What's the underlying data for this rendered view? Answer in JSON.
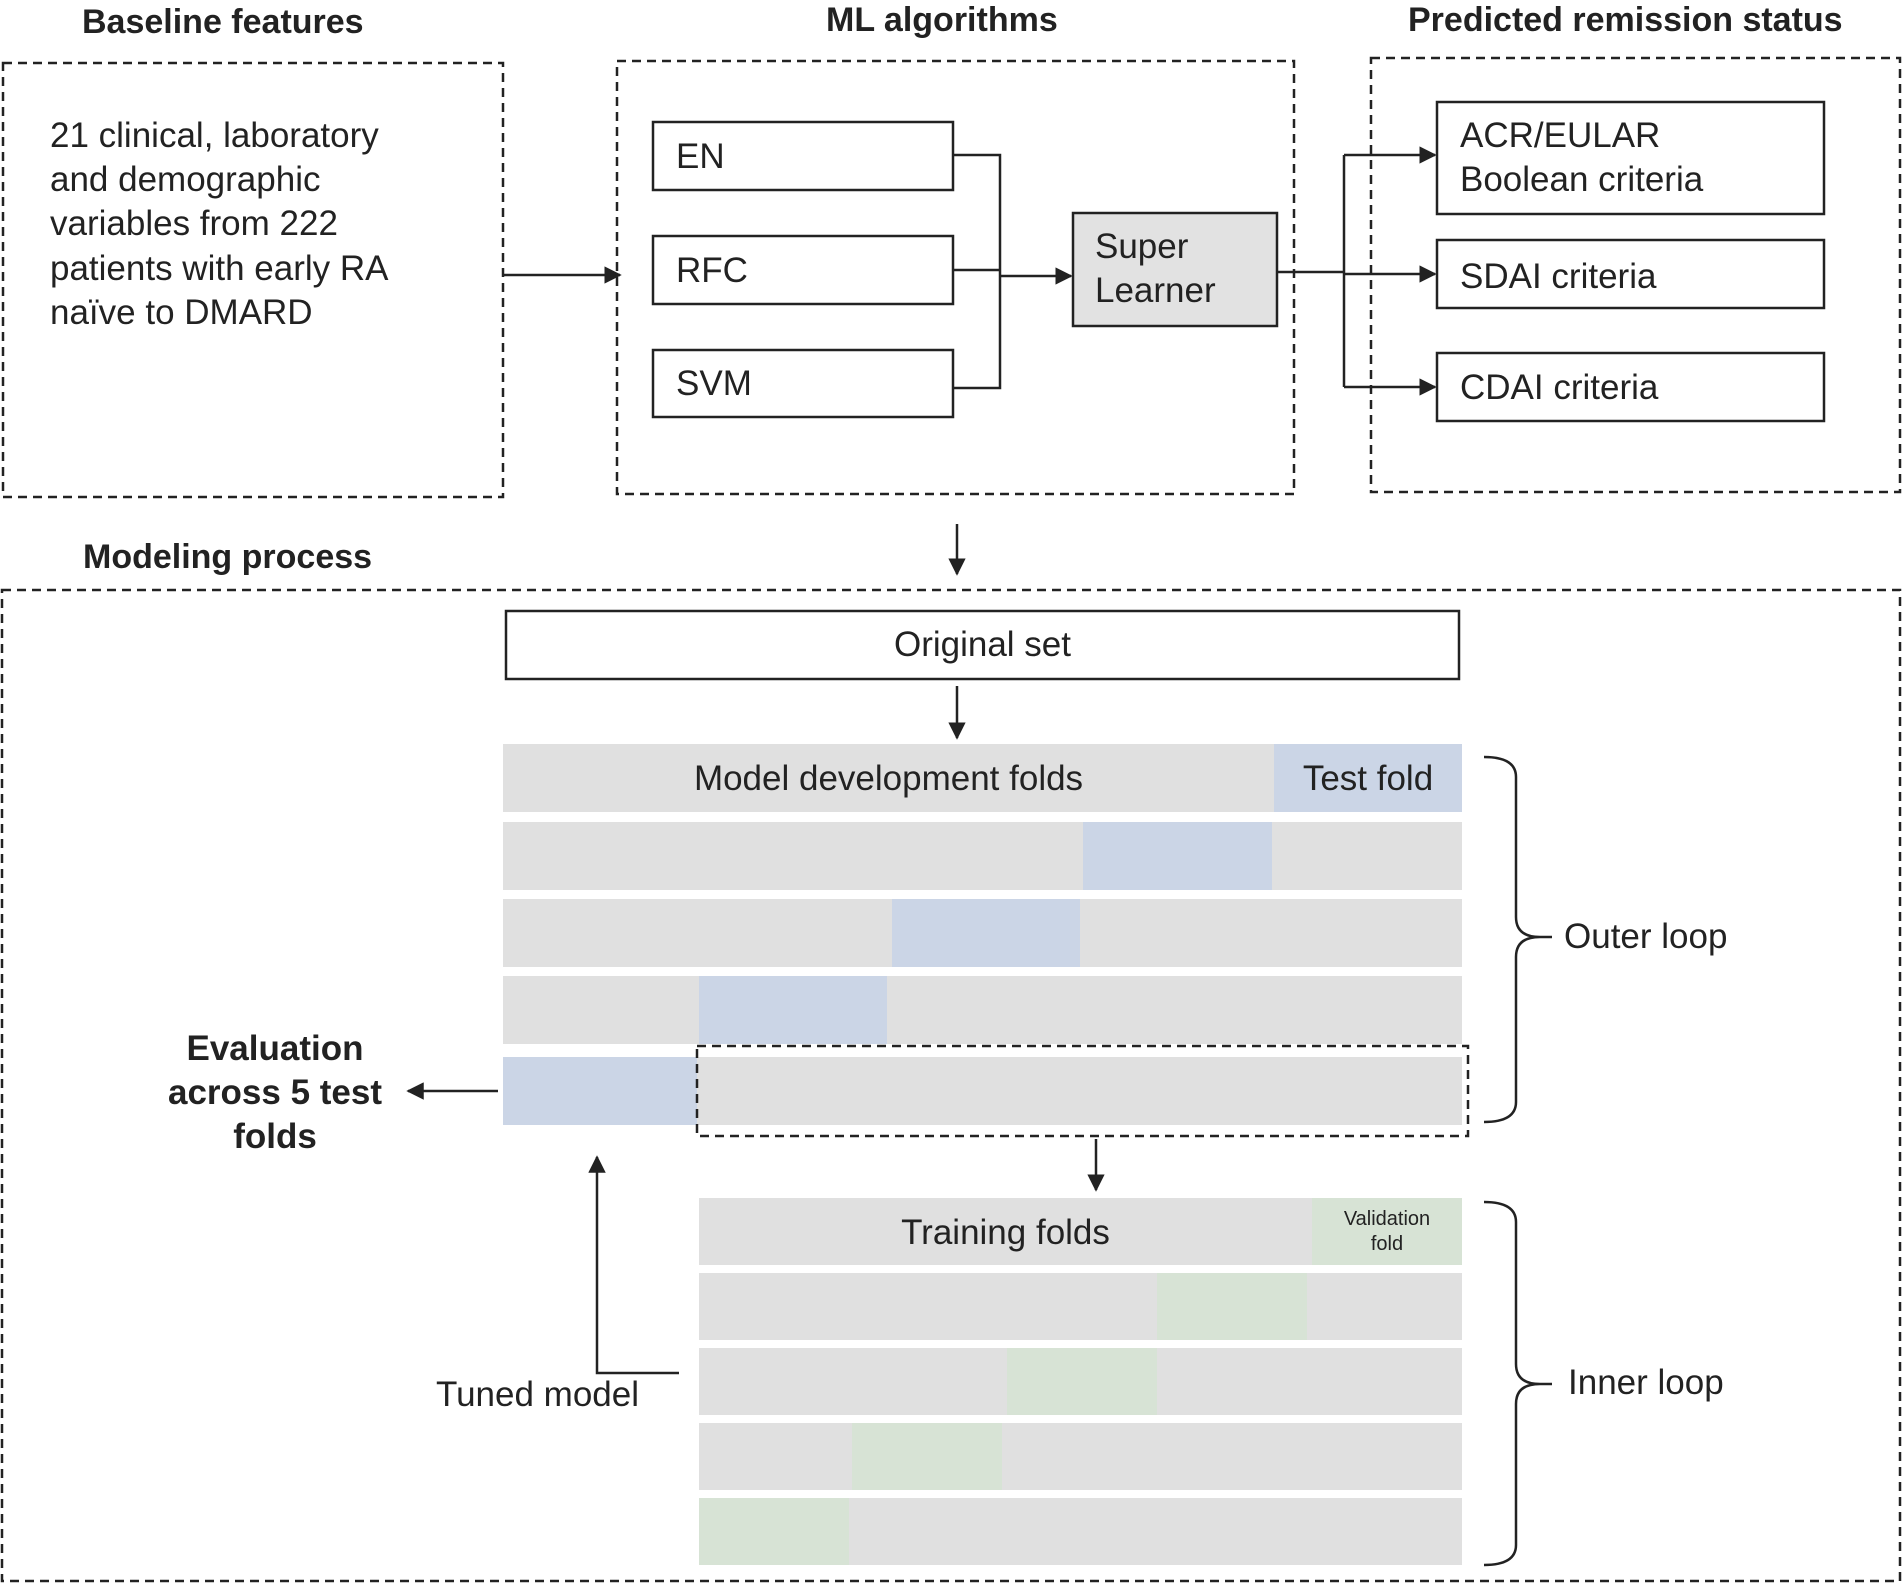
{
  "headers": {
    "baseline": "Baseline features",
    "ml": "ML algorithms",
    "predicted": "Predicted remission status",
    "modeling": "Modeling process"
  },
  "baseline_text": [
    "21 clinical, laboratory",
    "and demographic",
    "variables from 222",
    "patients with early RA",
    "naïve to DMARD"
  ],
  "algorithms": [
    "EN",
    "RFC",
    "SVM"
  ],
  "super_learner": [
    "Super",
    "Learner"
  ],
  "outcomes": {
    "acr": [
      "ACR/EULAR",
      "Boolean criteria"
    ],
    "sdai": "SDAI criteria",
    "cdai": "CDAI criteria"
  },
  "modeling": {
    "original_set": "Original set",
    "model_dev_folds": "Model development folds",
    "test_fold": "Test fold",
    "outer_loop": "Outer loop",
    "evaluation": [
      "Evaluation",
      "across 5 test",
      "folds"
    ],
    "training_folds": "Training folds",
    "validation_fold": [
      "Validation",
      "fold"
    ],
    "inner_loop": "Inner loop",
    "tuned_model": "Tuned model"
  },
  "colors": {
    "fold_gray": "#e0e0e0",
    "test_blue": "#cbd5e6",
    "validation_green": "#d7e3d5",
    "super_learner_fill": "#e2e2e2",
    "line": "#222222"
  }
}
